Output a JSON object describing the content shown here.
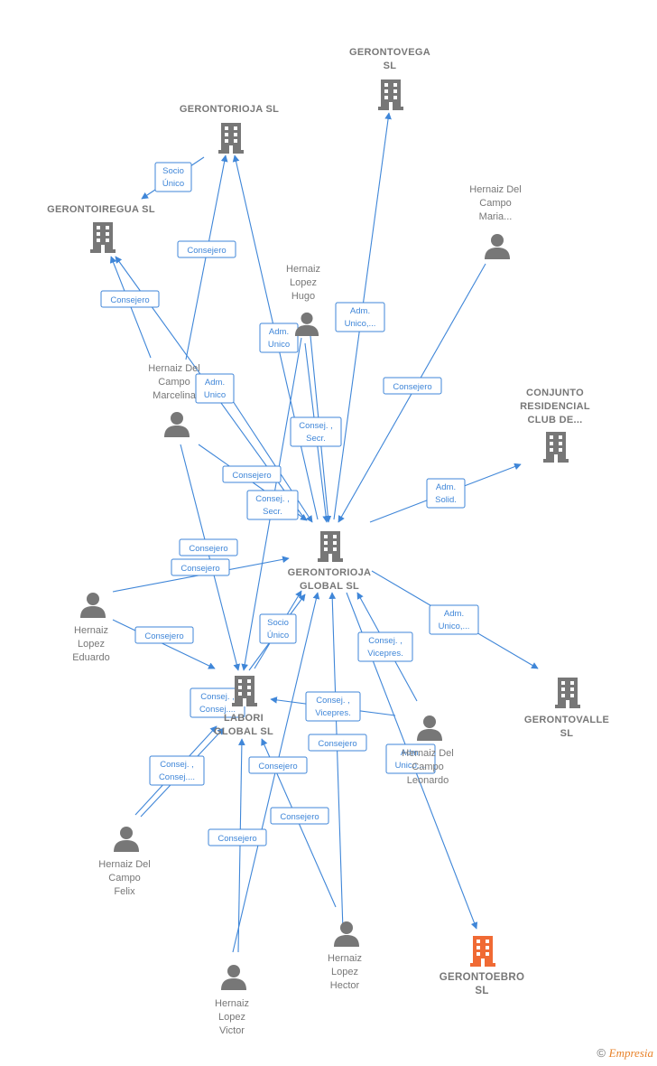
{
  "colors": {
    "edge": "#3f86d8",
    "node": "#777777",
    "highlight": "#f06a34"
  },
  "nodes": [
    {
      "id": "gerontovega",
      "type": "company",
      "lines": [
        "GERONTOVEGA",
        "SL"
      ]
    },
    {
      "id": "gerontorioja",
      "type": "company",
      "lines": [
        "GERONTORIOJA SL"
      ]
    },
    {
      "id": "gerontoiregua",
      "type": "company",
      "lines": [
        "GERONTOIREGUA SL"
      ]
    },
    {
      "id": "hernaiz_maria",
      "type": "person",
      "lines": [
        "Hernaiz Del",
        "Campo",
        "Maria..."
      ]
    },
    {
      "id": "hernaiz_hugo",
      "type": "person",
      "lines": [
        "Hernaiz",
        "Lopez",
        "Hugo"
      ]
    },
    {
      "id": "hernaiz_marcelina",
      "type": "person",
      "lines": [
        "Hernaiz Del",
        "Campo",
        "Marcelina"
      ]
    },
    {
      "id": "conjunto",
      "type": "company",
      "lines": [
        "CONJUNTO",
        "RESIDENCIAL",
        "CLUB DE..."
      ]
    },
    {
      "id": "gerontorioja_global",
      "type": "company",
      "lines": [
        "GERONTORIOJA",
        "GLOBAL SL"
      ]
    },
    {
      "id": "hernaiz_eduardo",
      "type": "person",
      "lines": [
        "Hernaiz",
        "Lopez",
        "Eduardo"
      ]
    },
    {
      "id": "labori",
      "type": "company",
      "lines": [
        "LABORI",
        "GLOBAL SL"
      ]
    },
    {
      "id": "gerontovalle",
      "type": "company",
      "lines": [
        "GERONTOVALLE",
        "SL"
      ]
    },
    {
      "id": "hernaiz_leonardo",
      "type": "person",
      "lines": [
        "Hernaiz Del",
        "Campo",
        "Leonardo"
      ]
    },
    {
      "id": "hernaiz_felix",
      "type": "person",
      "lines": [
        "Hernaiz Del",
        "Campo",
        "Felix"
      ]
    },
    {
      "id": "hernaiz_hector",
      "type": "person",
      "lines": [
        "Hernaiz",
        "Lopez",
        "Hector"
      ]
    },
    {
      "id": "gerontoebro",
      "type": "company",
      "highlight": true,
      "lines": [
        "GERONTOEBRO",
        "SL"
      ]
    },
    {
      "id": "hernaiz_victor",
      "type": "person",
      "lines": [
        "Hernaiz",
        "Lopez",
        "Victor"
      ]
    }
  ],
  "edge_labels": [
    {
      "id": "e1",
      "lines": [
        "Socio",
        "Único"
      ]
    },
    {
      "id": "e2",
      "lines": [
        "Consejero"
      ]
    },
    {
      "id": "e3",
      "lines": [
        "Consejero"
      ]
    },
    {
      "id": "e4",
      "lines": [
        "Adm.",
        "Unico"
      ]
    },
    {
      "id": "e5",
      "lines": [
        "Adm.",
        "Unico,..."
      ]
    },
    {
      "id": "e6",
      "lines": [
        "Consejero"
      ]
    },
    {
      "id": "e7",
      "lines": [
        "Adm.",
        "Unico"
      ]
    },
    {
      "id": "e8",
      "lines": [
        "Consej. ,",
        "Secr."
      ]
    },
    {
      "id": "e9",
      "lines": [
        "Consejero"
      ]
    },
    {
      "id": "e10",
      "lines": [
        "Adm.",
        "Solid."
      ]
    },
    {
      "id": "e11",
      "lines": [
        "Consej. ,",
        "Secr."
      ]
    },
    {
      "id": "e12",
      "lines": [
        "Consejero"
      ]
    },
    {
      "id": "e13",
      "lines": [
        "Consejero"
      ]
    },
    {
      "id": "e14",
      "lines": [
        "Consejero"
      ]
    },
    {
      "id": "e15",
      "lines": [
        "Socio",
        "Único"
      ]
    },
    {
      "id": "e16",
      "lines": [
        "Adm.",
        "Unico,..."
      ]
    },
    {
      "id": "e17",
      "lines": [
        "Consej. ,",
        "Vicepres."
      ]
    },
    {
      "id": "e18",
      "lines": [
        "Consej. ,",
        "Consej...."
      ]
    },
    {
      "id": "e19",
      "lines": [
        "Consej. ,",
        "Vicepres."
      ]
    },
    {
      "id": "e20",
      "lines": [
        "Consejero"
      ]
    },
    {
      "id": "e21",
      "lines": [
        "Adm.",
        "Unico,..."
      ]
    },
    {
      "id": "e22",
      "lines": [
        "Consej. ,",
        "Consej...."
      ]
    },
    {
      "id": "e23",
      "lines": [
        "Consejero"
      ]
    },
    {
      "id": "e24",
      "lines": [
        "Consejero"
      ]
    },
    {
      "id": "e25",
      "lines": [
        "Consejero"
      ]
    }
  ],
  "footer": {
    "copyright": "©",
    "brand": "Empresia"
  }
}
